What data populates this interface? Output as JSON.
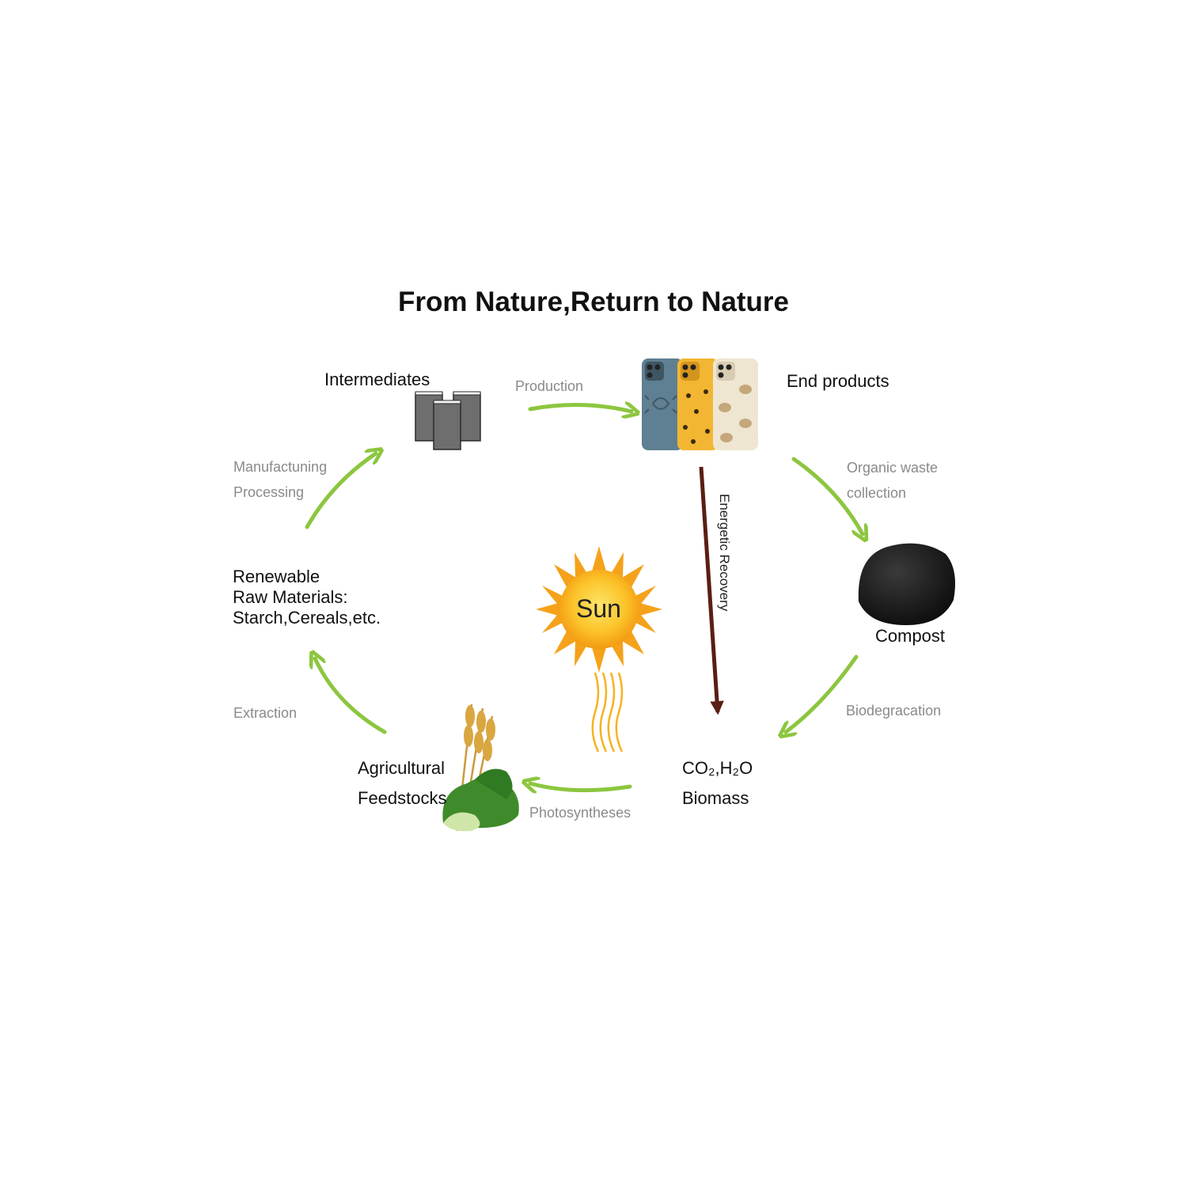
{
  "title": "From Nature,Return to Nature",
  "nodes": {
    "intermediates": "Intermediates",
    "end_products": "End products",
    "compost": "Compost",
    "co2_line1": "CO₂,H₂O",
    "co2_line2": "Biomass",
    "agri_line1": "Agricultural",
    "agri_line2": "Feedstocks",
    "renew_line1": "Renewable",
    "renew_line2": "Raw Materials:",
    "renew_line3": "Starch,Cereals,etc."
  },
  "processes": {
    "production": "Production",
    "organic_line1": "Organic waste",
    "organic_line2": "collection",
    "biodegradation": "Biodegracation",
    "photosynthesis": "Photosyntheses",
    "extraction": "Extraction",
    "manuf_line1": "Manufactuning",
    "manuf_line2": "Processing",
    "energetic_recovery": "Energetic Recovery"
  },
  "sun_label": "Sun",
  "colors": {
    "cycle_arrow": "#8cc63f",
    "recovery_arrow": "#5a1e14",
    "sun": "#f7a81b",
    "sun_core": "#fcd23a",
    "phone_blue": "#5f7f92",
    "phone_yellow": "#f2b632",
    "phone_cream": "#efe6d2",
    "compost": "#1a1a1a"
  },
  "icons": [
    "intermediates-icon",
    "phone-cases-icon",
    "compost-icon",
    "sun-icon",
    "sun-rays-icon",
    "crops-icon"
  ]
}
